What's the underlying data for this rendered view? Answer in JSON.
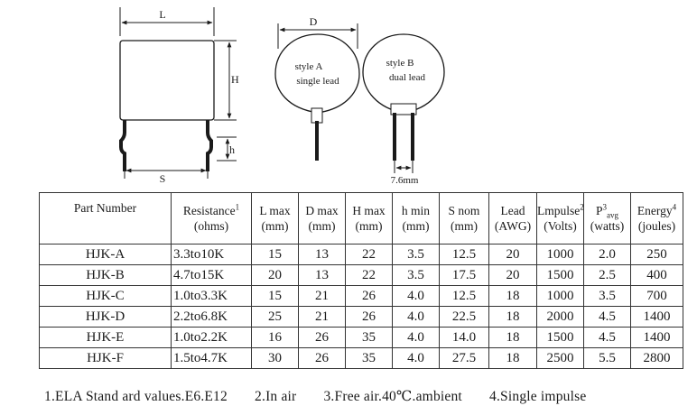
{
  "diagram": {
    "dim_L": "L",
    "dim_H": "H",
    "dim_h": "h",
    "dim_S": "S",
    "dim_D": "D",
    "style_a_line1": "style A",
    "style_a_line2": "single lead",
    "style_b_line1": "style B",
    "style_b_line2": "dual lead",
    "spacing_label": "7.6mm"
  },
  "table": {
    "headers": [
      {
        "line1": "Part Number",
        "line2": "",
        "sup": ""
      },
      {
        "line1": "Resistance",
        "line2": "(ohms)",
        "sup": "1"
      },
      {
        "line1": "L max",
        "line2": "(mm)",
        "sup": ""
      },
      {
        "line1": "D max",
        "line2": "(mm)",
        "sup": ""
      },
      {
        "line1": "H max",
        "line2": "(mm)",
        "sup": ""
      },
      {
        "line1": "h min",
        "line2": "(mm)",
        "sup": ""
      },
      {
        "line1": "S nom",
        "line2": "(mm)",
        "sup": ""
      },
      {
        "line1": "Lead",
        "line2": "(AWG)",
        "sup": ""
      },
      {
        "line1": "Lmpulse",
        "line2": "(Volts)",
        "sup": "2"
      },
      {
        "line1": "P",
        "sub": "avg",
        "line2": "(watts)",
        "sup": "3"
      },
      {
        "line1": "Energy",
        "line2": "(joules)",
        "sup": "4"
      }
    ],
    "rows": [
      [
        "HJK-A",
        "3.3to10K",
        "15",
        "13",
        "22",
        "3.5",
        "12.5",
        "20",
        "1000",
        "2.0",
        "250"
      ],
      [
        "HJK-B",
        "4.7to15K",
        "20",
        "13",
        "22",
        "3.5",
        "17.5",
        "20",
        "1500",
        "2.5",
        "400"
      ],
      [
        "HJK-C",
        "1.0to3.3K",
        "15",
        "21",
        "26",
        "4.0",
        "12.5",
        "18",
        "1000",
        "3.5",
        "700"
      ],
      [
        "HJK-D",
        "2.2to6.8K",
        "25",
        "21",
        "26",
        "4.0",
        "22.5",
        "18",
        "2000",
        "4.5",
        "1400"
      ],
      [
        "HJK-E",
        "1.0to2.2K",
        "16",
        "26",
        "35",
        "4.0",
        "14.0",
        "18",
        "1500",
        "4.5",
        "1400"
      ],
      [
        "HJK-F",
        "1.5to4.7K",
        "30",
        "26",
        "35",
        "4.0",
        "27.5",
        "18",
        "2500",
        "5.5",
        "2800"
      ]
    ]
  },
  "footnotes": [
    "1.ELA Stand ard values.E6.E12",
    "2.In air",
    "3.Free air.40℃.ambient",
    "4.Single impulse"
  ]
}
